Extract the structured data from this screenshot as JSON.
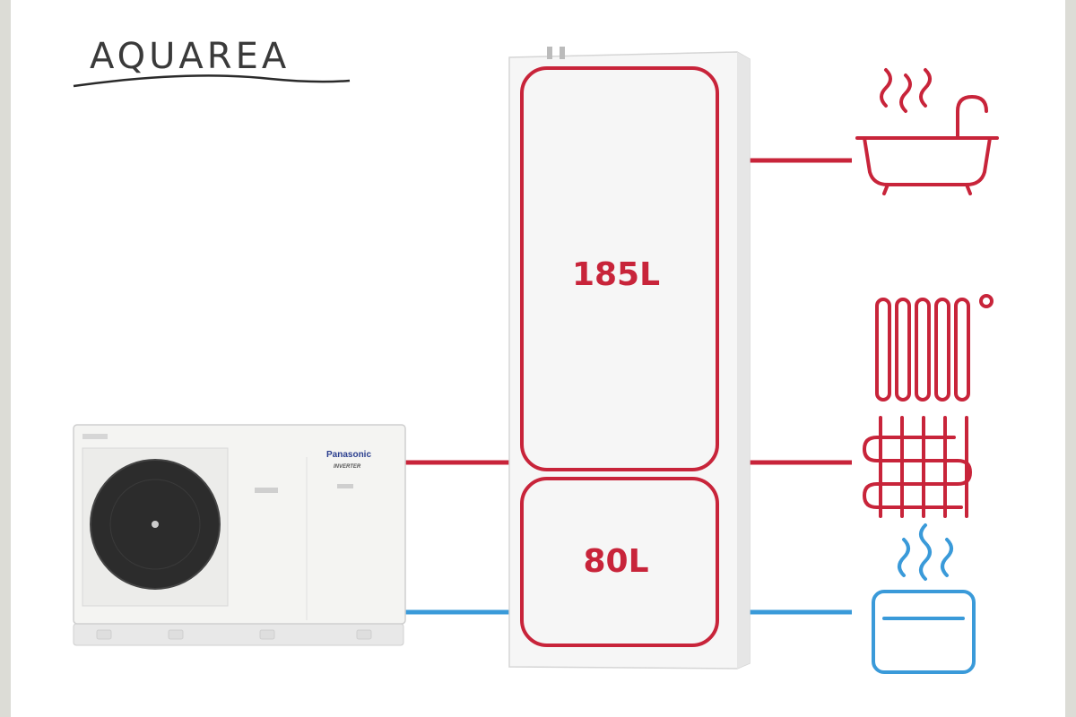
{
  "logo": {
    "text": "AQUAREA"
  },
  "outdoor_unit": {
    "brand": "Panasonic",
    "badge": "INVERTER"
  },
  "tank": {
    "upper_volume": "185L",
    "lower_volume": "80L"
  },
  "icons": [
    "bathtub-icon",
    "radiator-icon",
    "underfloor-heating-icon",
    "cooling-unit-icon"
  ],
  "colors": {
    "hot_line": "#c8243a",
    "cold_line": "#3a9ad9",
    "background": "#ffffff",
    "frame": "#dcdcd6"
  }
}
